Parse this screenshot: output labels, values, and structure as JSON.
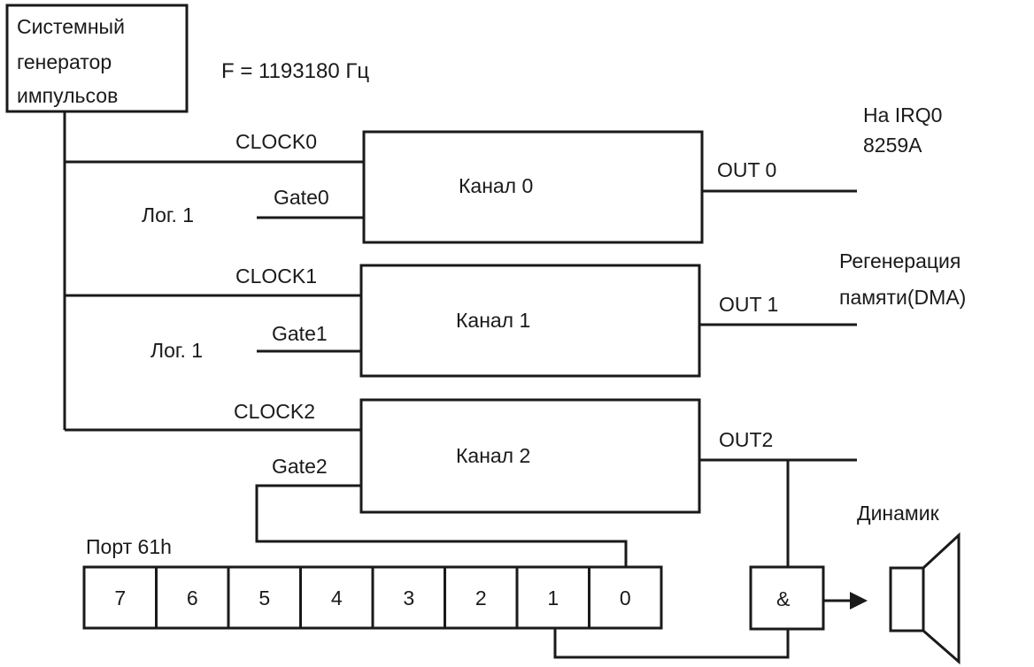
{
  "generator": {
    "lines": [
      "Системный",
      "генератор",
      "импульсов"
    ]
  },
  "frequency_label": "F = 1193180 Гц",
  "channels": [
    {
      "name": "Канал 0",
      "clock": "CLOCK0",
      "gate": "Gate0",
      "gate_source": "Лог. 1",
      "out": "OUT 0",
      "destination": [
        "На IRQ0",
        "8259A"
      ]
    },
    {
      "name": "Канал 1",
      "clock": "CLOCK1",
      "gate": "Gate1",
      "gate_source": "Лог. 1",
      "out": "OUT 1",
      "destination": [
        "Регенерация",
        "памяти(DMA)"
      ]
    },
    {
      "name": "Канал 2",
      "clock": "CLOCK2",
      "gate": "Gate2",
      "gate_source": "",
      "out": "OUT2",
      "destination": []
    }
  ],
  "port": {
    "label": "Порт 61h",
    "bits": [
      "7",
      "6",
      "5",
      "4",
      "3",
      "2",
      "1",
      "0"
    ]
  },
  "and_gate": {
    "symbol": "&"
  },
  "speaker": {
    "label": "Динамик"
  },
  "colors": {
    "line": "#1a1a1a",
    "background": "#ffffff"
  }
}
